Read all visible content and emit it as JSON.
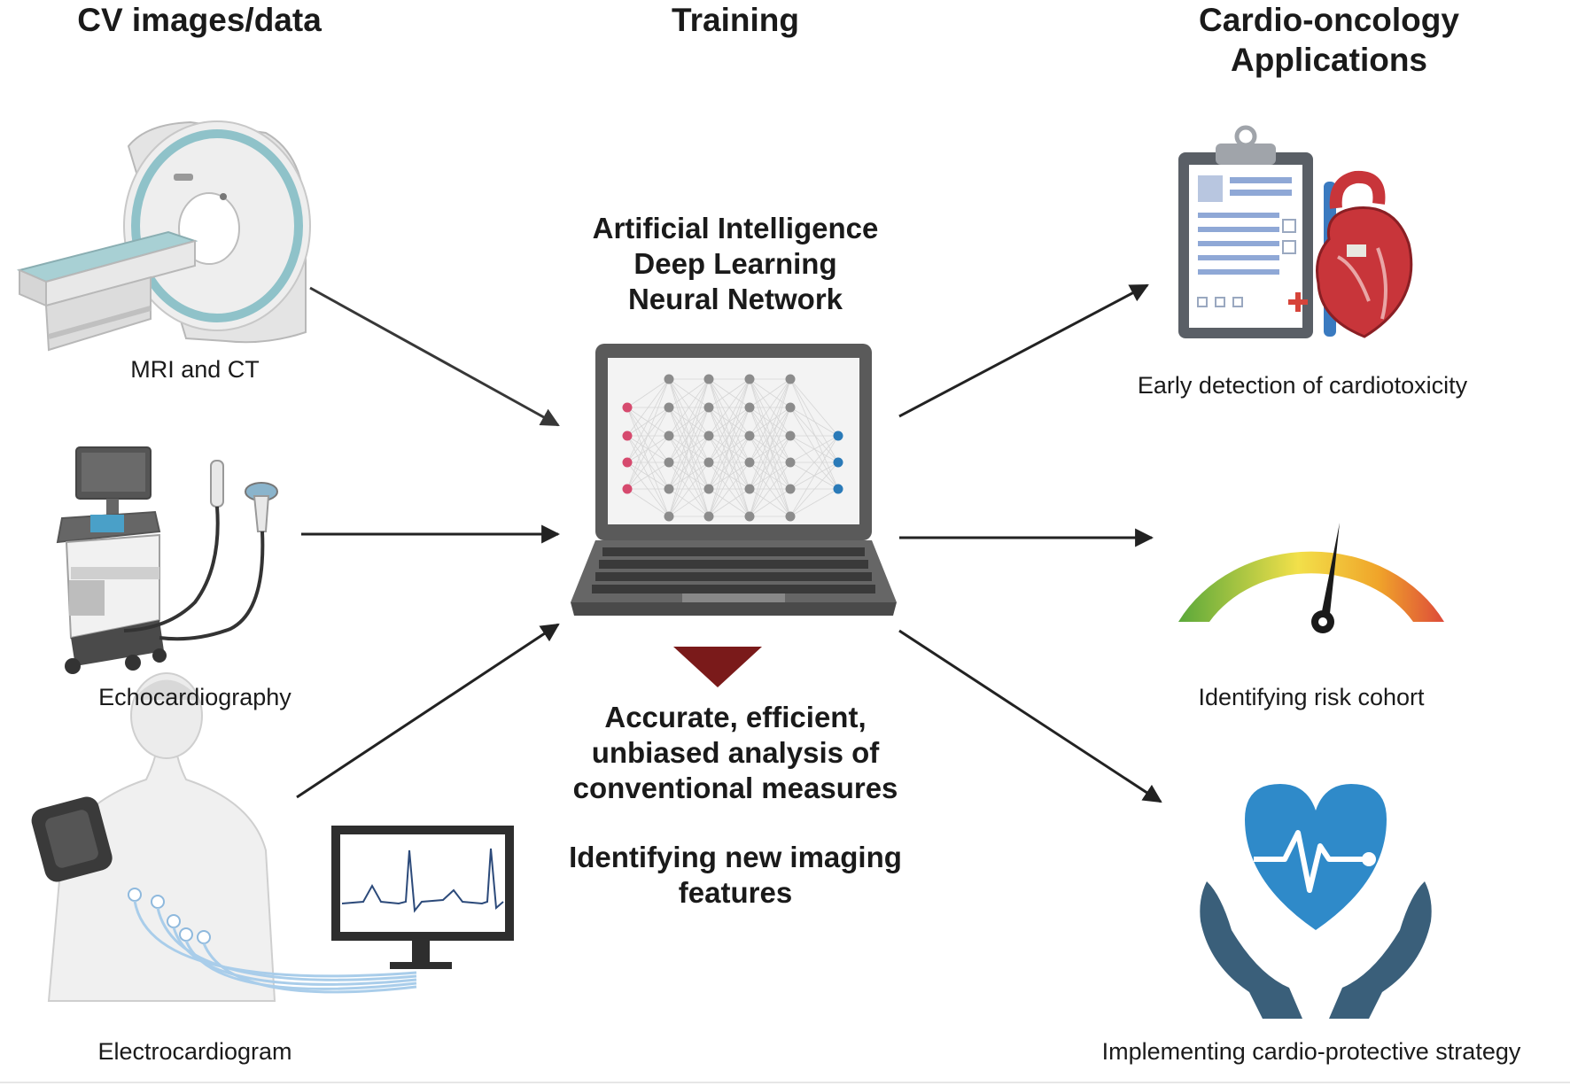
{
  "columns": {
    "left_title": "CV images/data",
    "center_title": "Training",
    "right_title_line1": "Cardio-oncology",
    "right_title_line2": "Applications"
  },
  "inputs": [
    {
      "label": "MRI and CT",
      "icon": "mri-scanner-icon"
    },
    {
      "label": "Echocardiography",
      "icon": "ultrasound-machine-icon"
    },
    {
      "label": "Electrocardiogram",
      "icon": "ecg-patient-icon"
    }
  ],
  "training": {
    "method_lines": [
      "Artificial Intelligence",
      "Deep Learning",
      "Neural Network"
    ],
    "outcome1_lines": [
      "Accurate, efficient,",
      "unbiased analysis of",
      "conventional measures"
    ],
    "outcome2_lines": [
      "Identifying new imaging",
      "features"
    ]
  },
  "applications": [
    {
      "label": "Early detection of cardiotoxicity",
      "icon": "clipboard-heart-icon"
    },
    {
      "label": "Identifying risk cohort",
      "icon": "risk-gauge-icon"
    },
    {
      "label": "Implementing cardio-protective strategy",
      "icon": "heart-hands-icon"
    }
  ],
  "colors": {
    "arrow": "#222222",
    "triangle": "#7a1a1a",
    "input_node": "#d64a6e",
    "output_node": "#2a7ab8",
    "hidden_node": "#8c8c8c",
    "laptop": "#5a5a5a",
    "heart_blue": "#2f8ac9",
    "hands": "#3a5f7a"
  }
}
